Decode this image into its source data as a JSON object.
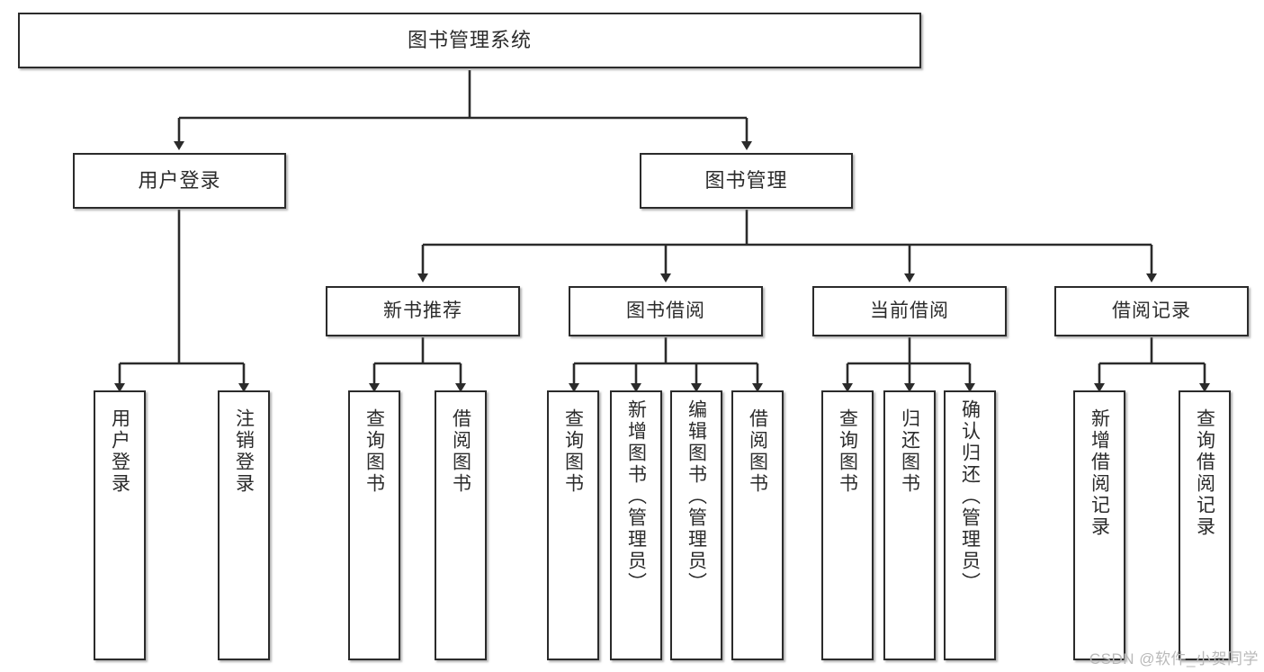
{
  "diagram": {
    "title": "图书管理系统",
    "type": "tree",
    "stroke_color": "#2b2b2b",
    "fill_color": "#ffffff",
    "text_color": "#2b2b2b"
  },
  "nodes": {
    "root": {
      "label": "图书管理系统"
    },
    "level2": [
      {
        "id": "user-login",
        "label": "用户登录"
      },
      {
        "id": "book-manage",
        "label": "图书管理"
      }
    ],
    "level3": [
      {
        "id": "new-book-recommend",
        "label": "新书推荐"
      },
      {
        "id": "book-borrow",
        "label": "图书借阅"
      },
      {
        "id": "current-borrow",
        "label": "当前借阅"
      },
      {
        "id": "borrow-record",
        "label": "借阅记录"
      }
    ],
    "leaves": {
      "user_login": [
        {
          "id": "leaf-user-login",
          "label": "用户登录"
        },
        {
          "id": "leaf-logout-login",
          "label": "注销登录"
        }
      ],
      "new_book_recommend": [
        {
          "id": "leaf-query-book-1",
          "label": "查询图书"
        },
        {
          "id": "leaf-borrow-book-1",
          "label": "借阅图书"
        }
      ],
      "book_borrow": [
        {
          "id": "leaf-query-book-2",
          "label": "查询图书"
        },
        {
          "id": "leaf-add-book",
          "label": "新增图书（管理员）"
        },
        {
          "id": "leaf-edit-book",
          "label": "编辑图书（管理员）"
        },
        {
          "id": "leaf-borrow-book-2",
          "label": "借阅图书"
        }
      ],
      "current_borrow": [
        {
          "id": "leaf-query-book-3",
          "label": "查询图书"
        },
        {
          "id": "leaf-return-book",
          "label": "归还图书"
        },
        {
          "id": "leaf-confirm-return",
          "label": "确认归还（管理员）"
        }
      ],
      "borrow_record": [
        {
          "id": "leaf-add-record",
          "label": "新增借阅记录"
        },
        {
          "id": "leaf-query-record",
          "label": "查询借阅记录"
        }
      ]
    }
  },
  "watermark": {
    "text": "CSDN @软件_小贺同学"
  }
}
